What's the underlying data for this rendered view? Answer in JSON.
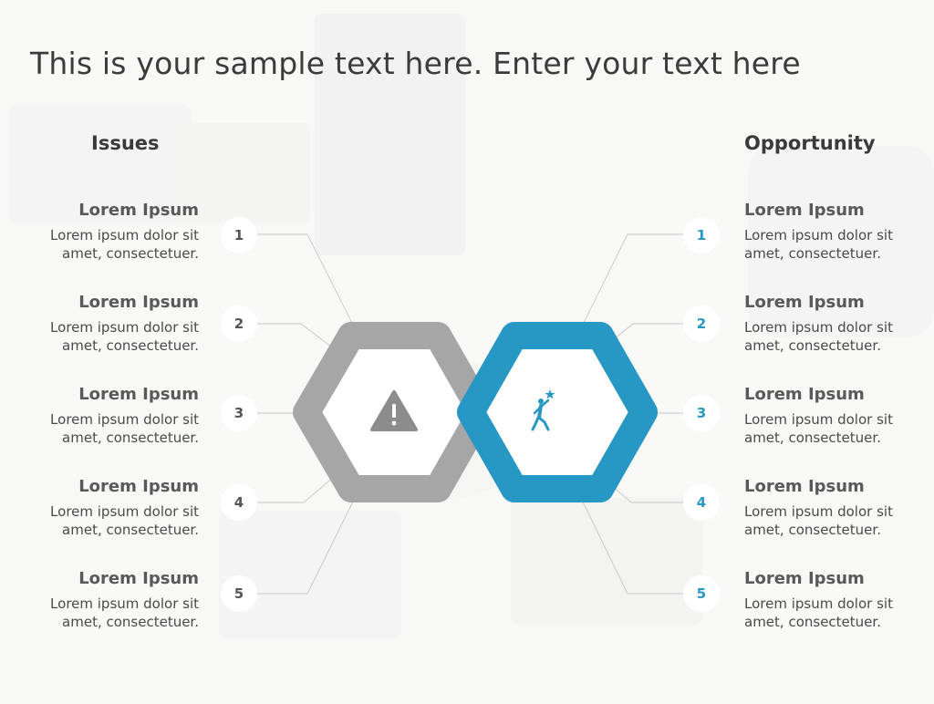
{
  "title": "This is your sample text here. Enter your text here",
  "colors": {
    "issues_hex": "#a6a6a6",
    "opportunity_hex": "#2797c4",
    "connector_line": "#c9c9c9",
    "text_dark": "#3a3a3a"
  },
  "issues": {
    "heading": "Issues",
    "icon": "warning-triangle-icon",
    "items": [
      {
        "number": "1",
        "title": "Lorem Ipsum",
        "text": "Lorem ipsum dolor sit amet, consectetuer."
      },
      {
        "number": "2",
        "title": "Lorem Ipsum",
        "text": "Lorem ipsum dolor sit amet, consectetuer."
      },
      {
        "number": "3",
        "title": "Lorem Ipsum",
        "text": "Lorem ipsum dolor sit amet, consectetuer."
      },
      {
        "number": "4",
        "title": "Lorem Ipsum",
        "text": "Lorem ipsum dolor sit amet, consectetuer."
      },
      {
        "number": "5",
        "title": "Lorem Ipsum",
        "text": "Lorem ipsum dolor sit amet, consectetuer."
      }
    ]
  },
  "opportunity": {
    "heading": "Opportunity",
    "icon": "person-reaching-star-icon",
    "items": [
      {
        "number": "1",
        "title": "Lorem Ipsum",
        "text": "Lorem ipsum dolor sit amet, consectetuer."
      },
      {
        "number": "2",
        "title": "Lorem Ipsum",
        "text": "Lorem ipsum dolor sit amet, consectetuer."
      },
      {
        "number": "3",
        "title": "Lorem Ipsum",
        "text": "Lorem ipsum dolor sit amet, consectetuer."
      },
      {
        "number": "4",
        "title": "Lorem Ipsum",
        "text": "Lorem ipsum dolor sit amet, consectetuer."
      },
      {
        "number": "5",
        "title": "Lorem Ipsum",
        "text": "Lorem ipsum dolor sit amet, consectetuer."
      }
    ]
  }
}
